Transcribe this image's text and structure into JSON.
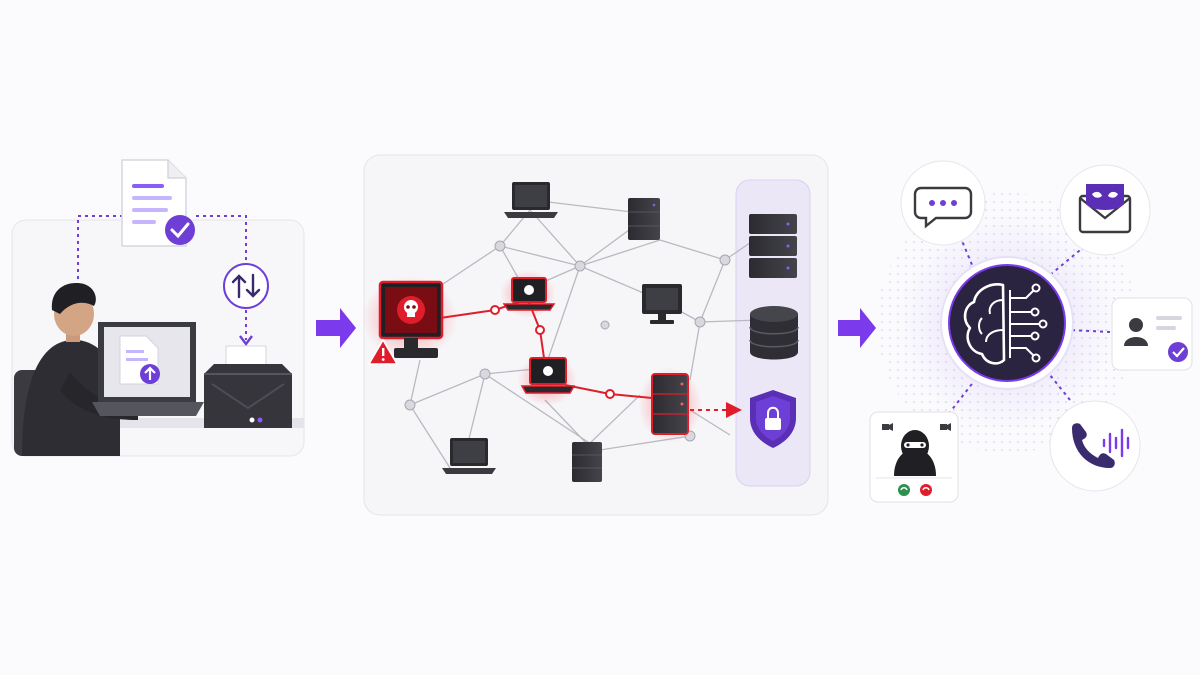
{
  "colors": {
    "accent": "#6d3fd6",
    "accent_light": "#ece6fb",
    "threat": "#e01e2b",
    "dark": "#2a2a2e",
    "panel_bg": "#f6f6f9",
    "panel_border": "#e3e3ea"
  },
  "stages": [
    {
      "id": "upload",
      "icons": [
        "person-at-laptop-icon",
        "document-check-icon",
        "transfer-arrows-icon",
        "dropbox-icon"
      ]
    },
    {
      "id": "network",
      "icons": [
        "infected-computer-icon",
        "warning-icon",
        "laptop-icon",
        "server-icon",
        "monitor-icon",
        "database-icon",
        "shield-lock-icon"
      ]
    },
    {
      "id": "ai",
      "icons": [
        "ai-brain-icon",
        "chat-bubble-icon",
        "masked-email-icon",
        "id-card-check-icon",
        "phone-voice-icon",
        "masked-video-call-icon"
      ]
    }
  ]
}
